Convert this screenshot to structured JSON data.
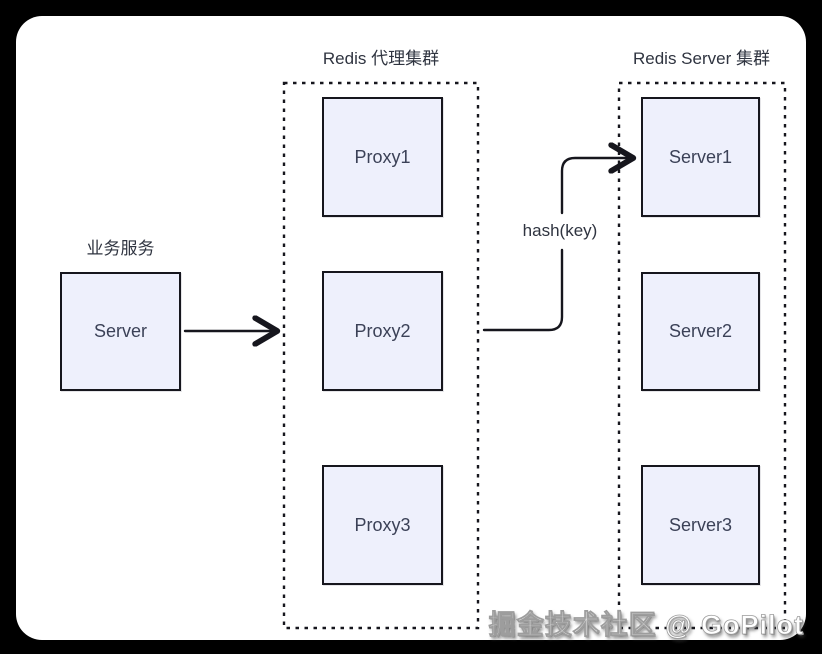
{
  "page": {
    "background_color": "#000000",
    "card_color": "#ffffff"
  },
  "diagram": {
    "business_group": {
      "label": "业务服务",
      "node": "Server"
    },
    "proxy_cluster": {
      "title": "Redis 代理集群",
      "nodes": [
        "Proxy1",
        "Proxy2",
        "Proxy3"
      ]
    },
    "server_cluster": {
      "title": "Redis Server 集群",
      "nodes": [
        "Server1",
        "Server2",
        "Server3"
      ]
    },
    "edges": {
      "server_to_proxy2": "",
      "proxy2_to_server1_label": "hash(key)"
    },
    "colors": {
      "node_fill": "#eef0fc",
      "node_border": "#16161d",
      "node_text": "#3b4157",
      "label_text": "#2f3440",
      "line": "#16161d"
    }
  },
  "watermark": {
    "text": "掘金技术社区 @ GoPilot"
  }
}
